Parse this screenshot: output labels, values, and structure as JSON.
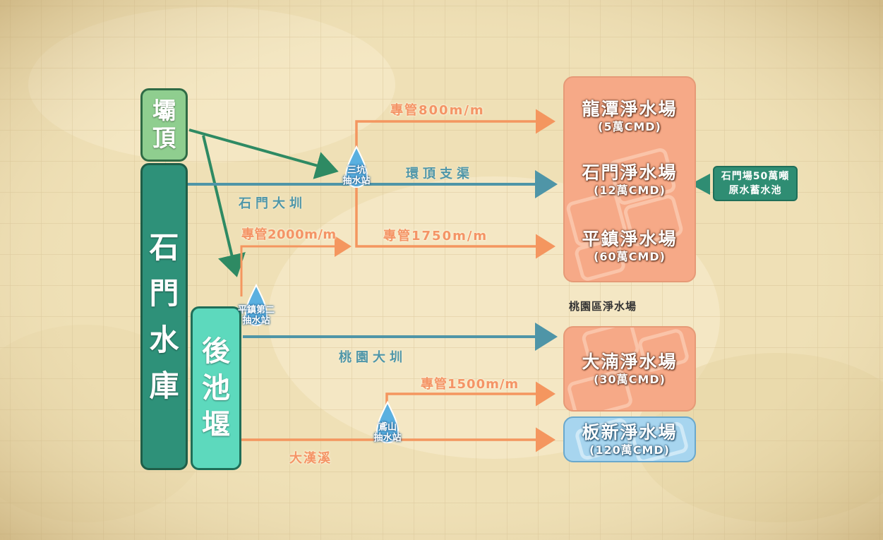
{
  "sources": {
    "bating": [
      "壩",
      "頂"
    ],
    "shimen": [
      "石",
      "門",
      "水",
      "庫"
    ],
    "houchi": [
      "後",
      "池",
      "堰"
    ]
  },
  "plants": [
    {
      "name": "龍潭淨水場",
      "capacity": "(5萬CMD)"
    },
    {
      "name": "石門淨水場",
      "capacity": "(12萬CMD)"
    },
    {
      "name": "平鎮淨水場",
      "capacity": "(60萬CMD)"
    },
    {
      "name": "大湳淨水場",
      "capacity": "(30萬CMD)"
    },
    {
      "name": "板新淨水場",
      "capacity": "(120萬CMD)"
    }
  ],
  "region_label": "桃園區淨水場",
  "reservoir_note": [
    "石門場50萬噸",
    "原水蓄水池"
  ],
  "stations": [
    {
      "line1": "三坑",
      "line2": "抽水站"
    },
    {
      "line1": "平鎮第二",
      "line2": "抽水站"
    },
    {
      "line1": "鳶山",
      "line2": "抽水站"
    }
  ],
  "pipes": {
    "p800": "專管800m/m",
    "p2000": "專管2000m/m",
    "p1750": "專管1750m/m",
    "p1500": "專管1500m/m"
  },
  "canals": {
    "huanding": "環頂支渠",
    "shimen": "石門大圳",
    "taoyuan": "桃園大圳",
    "dahan": "大漢溪"
  },
  "colors": {
    "orange": "#f4965f",
    "teal": "#4f95a7",
    "green": "#2e8a63",
    "plant": "#f6a987",
    "banxin": "#a7d5ef"
  }
}
